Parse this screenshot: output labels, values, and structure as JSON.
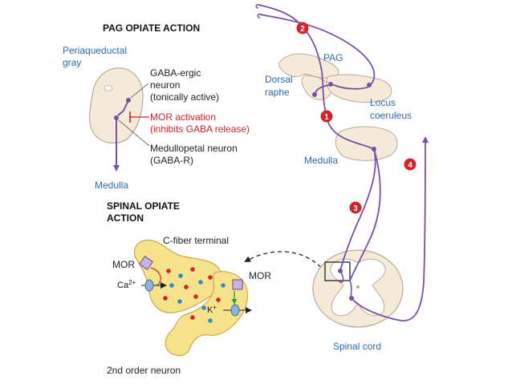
{
  "pag_section": {
    "title": "PAG OPIATE ACTION",
    "periaqueductal_gray_lines": [
      "Periaqueductal",
      "gray"
    ],
    "gaba_neuron_lines": [
      "GABA-ergic",
      "neuron",
      "(tonically active)"
    ],
    "mor_activation_lines": [
      "MOR activation",
      "(inhibits GABA release)"
    ],
    "medullopetal_lines": [
      "Medullopetal neuron",
      "(GABA-R)"
    ],
    "medulla_label": "Medulla"
  },
  "spinal_section": {
    "title_lines": [
      "SPINAL OPIATE",
      "ACTION"
    ],
    "c_fiber_label": "C-fiber terminal",
    "mor_left": "MOR",
    "mor_right": "MOR",
    "ca_label": "Ca",
    "ca_charge": "2+",
    "k_label": "K",
    "k_charge": "+",
    "second_order_label": "2nd order neuron"
  },
  "pathway": {
    "pag_label": "PAG",
    "dorsal_raphe_lines": [
      "Dorsal",
      "raphe"
    ],
    "locus_coeruleus_lines": [
      "Locus",
      "coeruleus"
    ],
    "medulla_label": "Medulla",
    "spinal_cord_label": "Spinal cord",
    "steps": [
      "1",
      "2",
      "3",
      "4"
    ]
  },
  "colors": {
    "label_blue": "#2a6ab6",
    "pathway_purple": "#7b4fa8",
    "inhibit_red": "#d2232a",
    "tissue_fill": "#f5ebd8",
    "synapse_fill": "#f7e38b",
    "mor_fill": "#c9b3e0",
    "channel_blue": "#8ab4d8"
  }
}
